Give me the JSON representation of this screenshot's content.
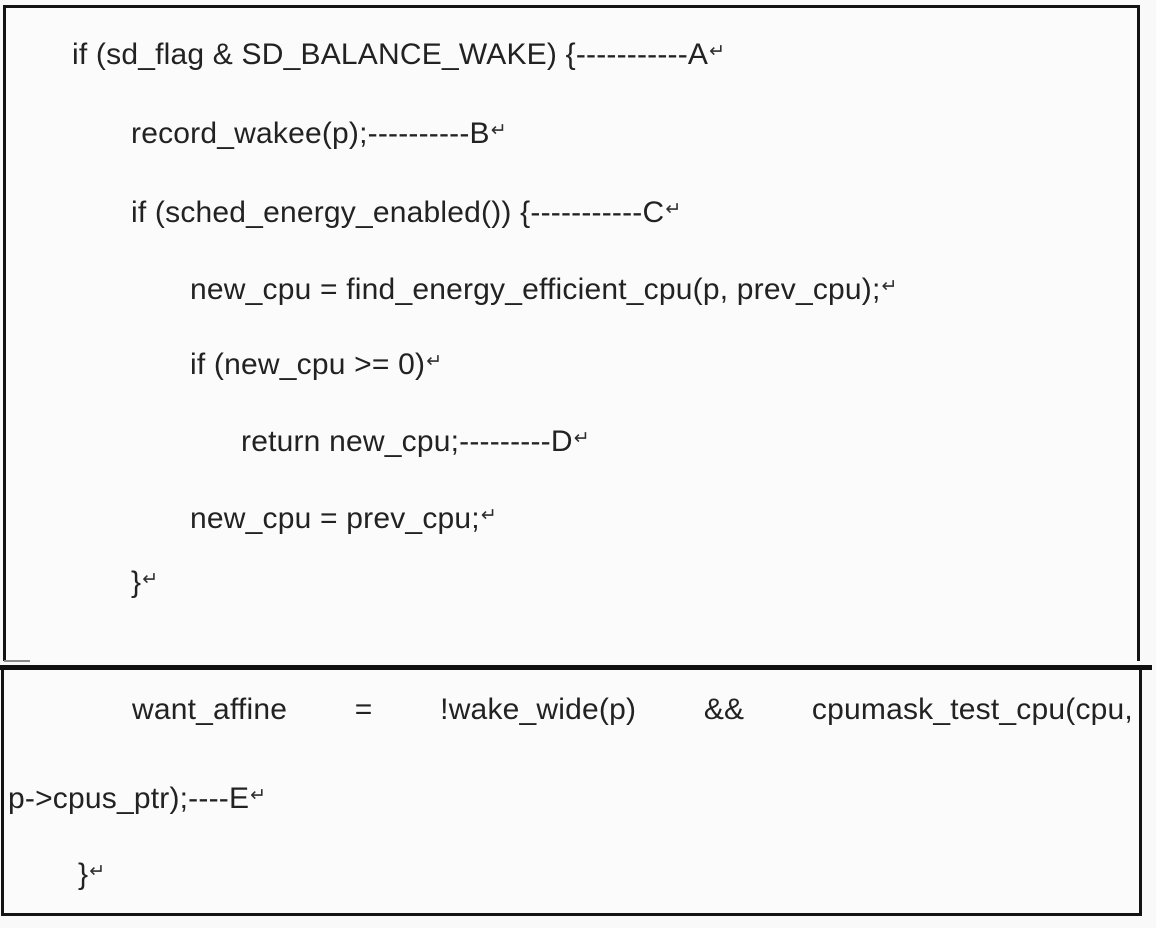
{
  "document": {
    "kind": "code-snippet-figure",
    "language": "c",
    "text_color": "#222222",
    "border_color": "#131313",
    "background_color": "#fbfbfb"
  },
  "return_mark": "↵",
  "block1": {
    "lines": [
      {
        "id": "line-A",
        "text": "if (sd_flag & SD_BALANCE_WAKE) {-----------A",
        "annotation": "A",
        "has_return_mark": true
      },
      {
        "id": "line-B",
        "text": "record_wakee(p);----------B",
        "annotation": "B",
        "has_return_mark": true
      },
      {
        "id": "line-C",
        "text": "if (sched_energy_enabled()) {-----------C",
        "annotation": "C",
        "has_return_mark": true
      },
      {
        "id": "line-4",
        "text": "new_cpu = find_energy_efficient_cpu(p, prev_cpu);",
        "annotation": "",
        "has_return_mark": true
      },
      {
        "id": "line-5",
        "text": "if (new_cpu >= 0)",
        "annotation": "",
        "has_return_mark": true
      },
      {
        "id": "line-D",
        "text": "return new_cpu;---------D",
        "annotation": "D",
        "has_return_mark": true
      },
      {
        "id": "line-7",
        "text": "new_cpu = prev_cpu;",
        "annotation": "",
        "has_return_mark": true
      },
      {
        "id": "line-8",
        "text": "}",
        "annotation": "",
        "has_return_mark": true
      }
    ]
  },
  "block2": {
    "justified_line": {
      "words": [
        "want_affine",
        "=",
        "!wake_wide(p)",
        "&&",
        "cpumask_test_cpu(cpu,"
      ],
      "has_return_mark": false
    },
    "continuation_line": {
      "id": "line-E",
      "text": "p->cpus_ptr);----E",
      "annotation": "E",
      "has_return_mark": true
    },
    "closing_line": {
      "id": "line-close",
      "text": "}",
      "annotation": "",
      "has_return_mark": true
    }
  }
}
